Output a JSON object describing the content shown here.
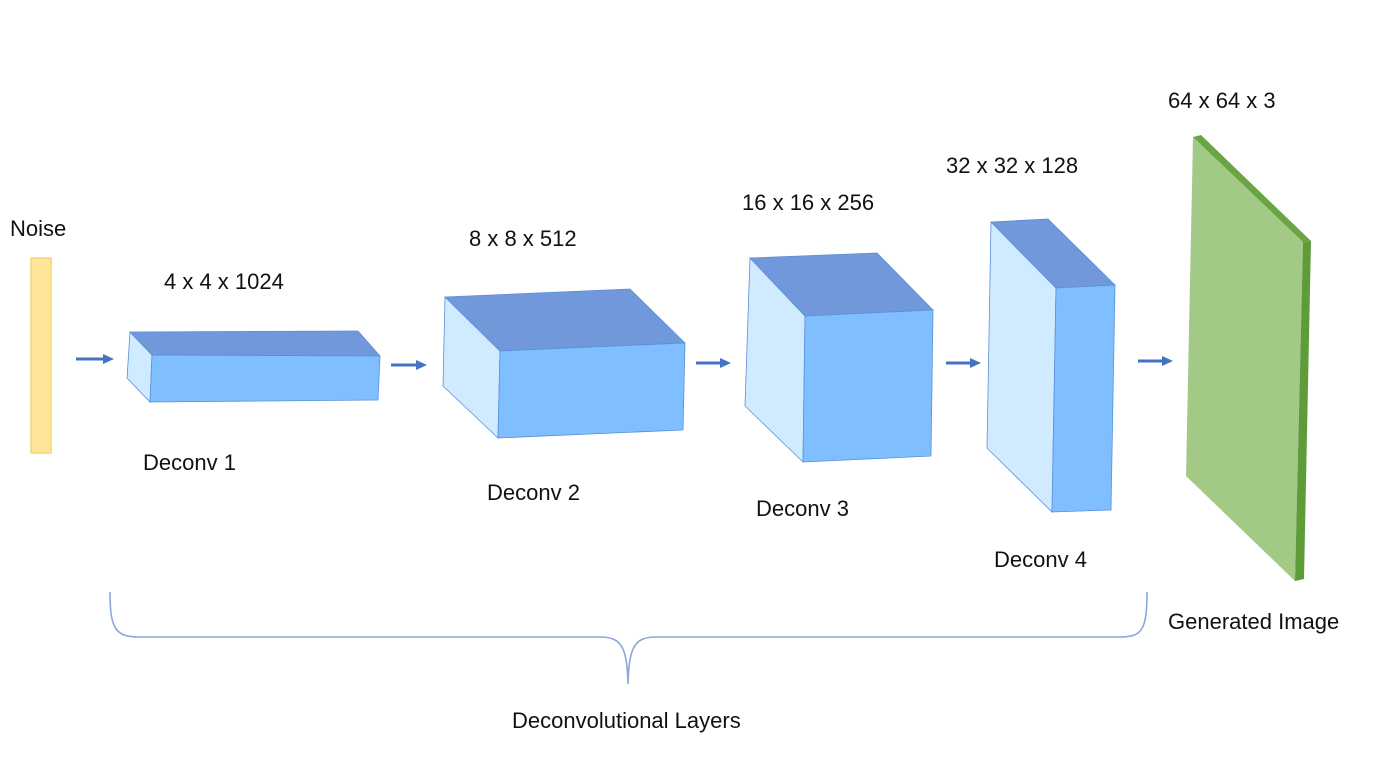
{
  "input": {
    "label": "Noise"
  },
  "layers": [
    {
      "label": "Deconv 1",
      "dims": "4 x 4 x 1024"
    },
    {
      "label": "Deconv 2",
      "dims": "8 x 8 x 512"
    },
    {
      "label": "Deconv 3",
      "dims": "16 x 16 x 256"
    },
    {
      "label": "Deconv 4",
      "dims": "32 x 32 x 128"
    }
  ],
  "output": {
    "label": "Generated Image",
    "dims": "64 x 64 x 3"
  },
  "group": {
    "label": "Deconvolutional Layers"
  },
  "colors": {
    "noise_fill": "#FFE597",
    "noise_stroke": "#F2D675",
    "box_front": "#7FBFFF",
    "box_top": "#7098DA",
    "box_side": "#D0EBFF",
    "box_stroke": "#5A8FD8",
    "image_front": "#A3C986",
    "image_edge": "#5E9C3A",
    "arrow": "#4472C4",
    "brace": "#8AA8D8"
  }
}
